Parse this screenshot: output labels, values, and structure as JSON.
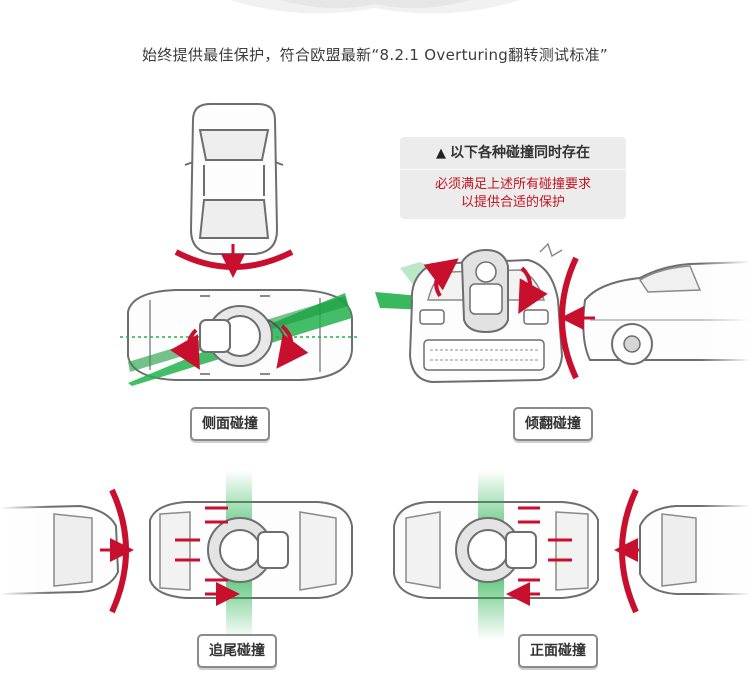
{
  "header": {
    "text": "始终提供最佳保护，符合欧盟最新“8.2.1 Overturing翻转测试标准”"
  },
  "notice": {
    "title": "以下各种碰撞同时存在",
    "lines": [
      "必须满足上述所有碰撞要求",
      "以提供合适的保护"
    ],
    "warning_icon": "warning-triangle-icon"
  },
  "labels": {
    "side": "侧面碰撞",
    "rollover": "倾翻碰撞",
    "rear": "追尾碰撞",
    "front": "正面碰撞"
  },
  "colors": {
    "impact_red": "#c8102e",
    "safety_green": "#22b14c",
    "outline": "#6e6e6e"
  }
}
